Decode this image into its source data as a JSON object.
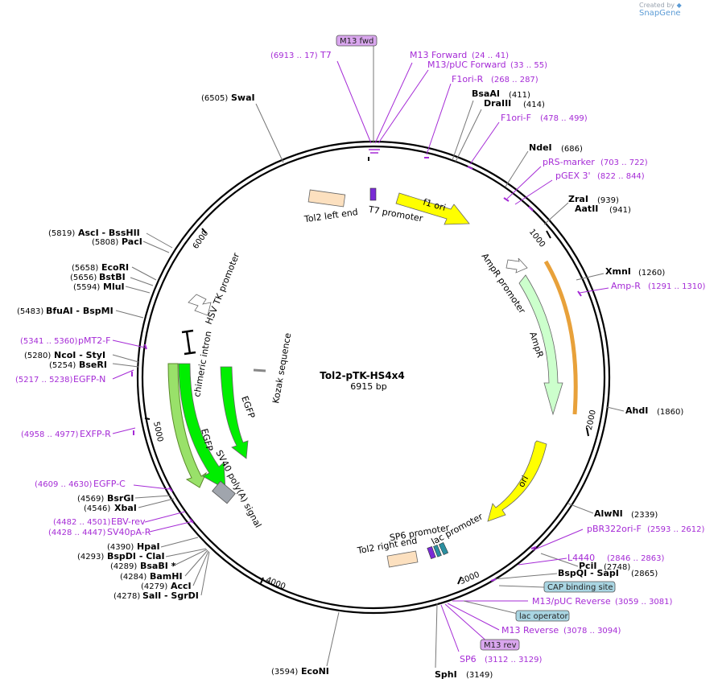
{
  "credit": {
    "prefix": "Created by",
    "brand": "SnapGene"
  },
  "plasmid": {
    "name": "Tol2-pTK-HS4x4",
    "length_label": "6915 bp",
    "length": 6915
  },
  "ticks": [
    "1000",
    "2000",
    "3000",
    "4000",
    "5000",
    "6000"
  ],
  "enzymes": [
    {
      "name": "SwaI",
      "pos": "(6505)"
    },
    {
      "name": "BsaAI",
      "pos": "(411)"
    },
    {
      "name": "DraIII",
      "pos": "(414)"
    },
    {
      "name": "NdeI",
      "pos": "(686)"
    },
    {
      "name": "ZraI",
      "pos": "(939)"
    },
    {
      "name": "AatII",
      "pos": "(941)"
    },
    {
      "name": "XmnI",
      "pos": "(1260)"
    },
    {
      "name": "AhdI",
      "pos": "(1860)"
    },
    {
      "name": "AlwNI",
      "pos": "(2339)"
    },
    {
      "name": "PciI",
      "pos": "(2748)"
    },
    {
      "name": "BspQI - SapI",
      "pos": "(2865)"
    },
    {
      "name": "SphI",
      "pos": "(3149)"
    },
    {
      "name": "EcoNI",
      "pos": "(3594)"
    },
    {
      "name": "SalI - SgrDI",
      "pos": "(4278)"
    },
    {
      "name": "AccI",
      "pos": "(4279)"
    },
    {
      "name": "BamHI",
      "pos": "(4284)"
    },
    {
      "name": "BsaBI *",
      "pos": "(4289)"
    },
    {
      "name": "BspDI - ClaI",
      "pos": "(4293)"
    },
    {
      "name": "HpaI",
      "pos": "(4390)"
    },
    {
      "name": "XbaI",
      "pos": "(4546)"
    },
    {
      "name": "BsrGI",
      "pos": "(4569)"
    },
    {
      "name": "BseRI",
      "pos": "(5254)"
    },
    {
      "name": "NcoI - StyI",
      "pos": "(5280)"
    },
    {
      "name": "BfuAI - BspMI",
      "pos": "(5483)"
    },
    {
      "name": "MluI",
      "pos": "(5594)"
    },
    {
      "name": "BstBI",
      "pos": "(5656)"
    },
    {
      "name": "EcoRI",
      "pos": "(5658)"
    },
    {
      "name": "PacI",
      "pos": "(5808)"
    },
    {
      "name": "AscI - BssHII",
      "pos": "(5819)"
    }
  ],
  "primers": [
    {
      "name": "T7",
      "pos": "(6913 .. 17)"
    },
    {
      "name": "M13 Forward",
      "pos": "(24 .. 41)"
    },
    {
      "name": "M13/pUC Forward",
      "pos": "(33 .. 55)"
    },
    {
      "name": "F1ori-R",
      "pos": "(268 .. 287)"
    },
    {
      "name": "F1ori-F",
      "pos": "(478 .. 499)"
    },
    {
      "name": "pRS-marker",
      "pos": "(703 .. 722)"
    },
    {
      "name": "pGEX 3'",
      "pos": "(822 .. 844)"
    },
    {
      "name": "Amp-R",
      "pos": "(1291 .. 1310)"
    },
    {
      "name": "pBR322ori-F",
      "pos": "(2593 .. 2612)"
    },
    {
      "name": "L4440",
      "pos": "(2846 .. 2863)"
    },
    {
      "name": "M13/pUC Reverse",
      "pos": "(3059 .. 3081)"
    },
    {
      "name": "M13 Reverse",
      "pos": "(3078 .. 3094)"
    },
    {
      "name": "SP6",
      "pos": "(3112 .. 3129)"
    },
    {
      "name": "SV40pA-R",
      "pos": "(4428 .. 4447)"
    },
    {
      "name": "EBV-rev",
      "pos": "(4482 .. 4501)"
    },
    {
      "name": "EGFP-C",
      "pos": "(4609 .. 4630)"
    },
    {
      "name": "EXFP-R",
      "pos": "(4958 .. 4977)"
    },
    {
      "name": "EGFP-N",
      "pos": "(5217 .. 5238)"
    },
    {
      "name": "pMT2-F",
      "pos": "(5341 .. 5360)"
    }
  ],
  "boxed_features": [
    {
      "label": "M13 fwd",
      "color": "#d9a6ee"
    },
    {
      "label": "CAP binding site",
      "color": "#a9d5e2"
    },
    {
      "label": "lac operator",
      "color": "#a9d5e2"
    },
    {
      "label": "M13 rev",
      "color": "#d9a6ee"
    }
  ],
  "features": {
    "f1_ori": "f1 ori",
    "amp_promoter": "AmpR promoter",
    "ampr": "AmpR",
    "ori": "ori",
    "lac_promoter": "lac promoter",
    "sp6_promoter": "SP6 promoter",
    "tol2_right": "Tol2 right end",
    "tol2_left": "Tol2 left end",
    "t7_promoter": "T7 promoter",
    "hsv_tk": "HSV TK promoter",
    "chimeric_intron": "chimeric intron",
    "egfp": "EGFP",
    "sv40": "SV40 poly(A) signal",
    "kozak": "Kozak sequence"
  },
  "colors": {
    "primer": "#a52bd6",
    "f1_ori": "#ffff00",
    "ori": "#ffff00",
    "ampr": "#ccffcc",
    "egfp": "#00ee00",
    "tol2": "#fce0bf",
    "sv40": "#a0a5ad",
    "origin_orange": "#e8a13a"
  }
}
